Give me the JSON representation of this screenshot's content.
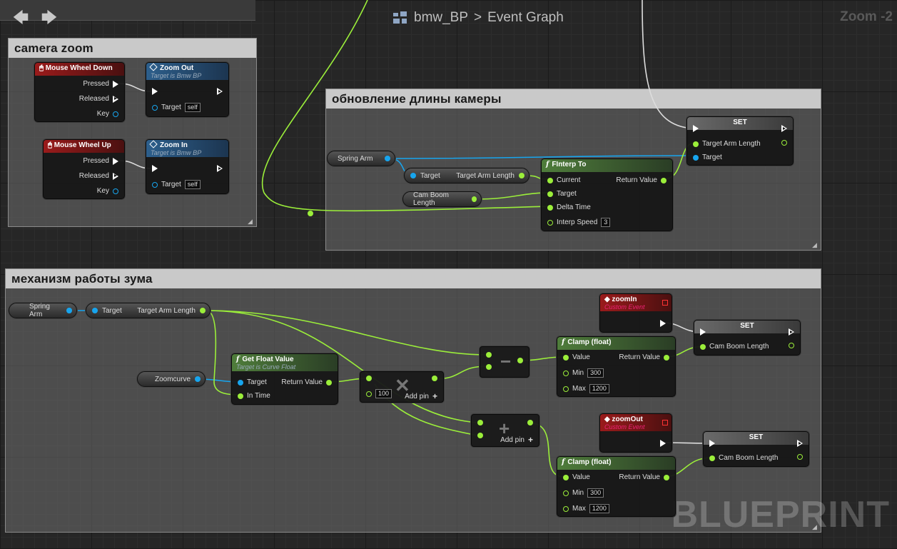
{
  "breadcrumb": {
    "asset": "bmw_BP",
    "separator": ">",
    "graph": "Event Graph"
  },
  "zoom_label": "Zoom -2",
  "watermark": "BLUEPRINT",
  "comments": {
    "camera_zoom": "camera zoom",
    "update_length": "обновление длины камеры",
    "zoom_mechanism": "механизм работы зума"
  },
  "nodes": {
    "mwd": {
      "title": "Mouse Wheel Down",
      "pressed": "Pressed",
      "released": "Released",
      "key": "Key"
    },
    "mwu": {
      "title": "Mouse Wheel Up",
      "pressed": "Pressed",
      "released": "Released",
      "key": "Key"
    },
    "zoom_out": {
      "title": "Zoom Out",
      "subtitle": "Target is Bmw BP",
      "target": "Target",
      "self": "self"
    },
    "zoom_in": {
      "title": "Zoom In",
      "subtitle": "Target is Bmw BP",
      "target": "Target",
      "self": "self"
    },
    "set_arm": {
      "title": "SET",
      "pin1": "Target Arm Length",
      "pin2": "Target"
    },
    "spring_arm_1": {
      "label": "Spring Arm"
    },
    "get_tal_1": {
      "target": "Target",
      "out": "Target Arm Length"
    },
    "cam_boom": {
      "label": "Cam Boom Length"
    },
    "finterp": {
      "title": "FInterp To",
      "current": "Current",
      "target": "Target",
      "delta": "Delta Time",
      "speed": "Interp Speed",
      "speed_val": "3",
      "ret": "Return Value"
    },
    "spring_arm_2": {
      "label": "Spring Arm"
    },
    "get_tal_2": {
      "target": "Target",
      "out": "Target Arm Length"
    },
    "zoomcurve": {
      "label": "Zoomcurve"
    },
    "getfloat": {
      "title": "Get Float Value",
      "subtitle": "Target is Curve Float",
      "target": "Target",
      "intime": "In Time",
      "ret": "Return Value"
    },
    "mult": {
      "val": "100",
      "addpin": "Add pin"
    },
    "minus": {},
    "plus": {
      "addpin": "Add pin"
    },
    "ev_zoomin": {
      "title": "zoomIn",
      "subtitle": "Custom Event"
    },
    "ev_zoomout": {
      "title": "zoomOut",
      "subtitle": "Custom Event"
    },
    "clamp1": {
      "title": "Clamp (float)",
      "value": "Value",
      "min": "Min",
      "min_val": "300",
      "max": "Max",
      "max_val": "1200",
      "ret": "Return Value"
    },
    "clamp2": {
      "title": "Clamp (float)",
      "value": "Value",
      "min": "Min",
      "min_val": "300",
      "max": "Max",
      "max_val": "1200",
      "ret": "Return Value"
    },
    "set_boom1": {
      "title": "SET",
      "pin": "Cam Boom Length"
    },
    "set_boom2": {
      "title": "SET",
      "pin": "Cam Boom Length"
    }
  }
}
